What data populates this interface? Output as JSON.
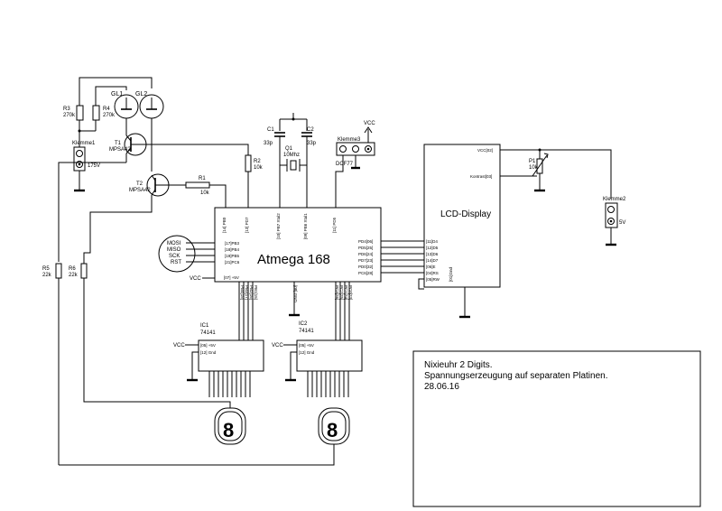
{
  "mcu": {
    "name": "Atmega 168",
    "pins_left": [
      "[17]PB3",
      "[18]PB4",
      "[19]PB5",
      "[21]PC6"
    ],
    "pins_right": [
      "PD4[06]",
      "PD5[25]",
      "PD6[24]",
      "PD7[23]",
      "PD0[32]",
      "PC6[28]"
    ],
    "vcc_pin": "[07] +5V",
    "top_pins": [
      "[14] PB0",
      "[13] PD7",
      "[10] PB7 Xtal2",
      "[09] PB6 Xtal1",
      "[11] PD5"
    ],
    "gnd_pin": "[08] GND",
    "bottom_left_pins": [
      "PB4[18]",
      "PB3[17]",
      "PB2[16]",
      "PB1[15]"
    ],
    "bottom_right_pins": [
      "PC3[26]",
      "PC2[25]",
      "PC1[24]",
      "PC0[23]"
    ],
    "vcc_label": "VCC"
  },
  "isp": {
    "labels": [
      "MOSI",
      "MISO",
      "SCK",
      "RST"
    ]
  },
  "lcd": {
    "title": "LCD-Display",
    "vcc_pin": "VCC[02]",
    "contrast_pin": "Kontrast[03]",
    "left_pins": [
      "[11]D4",
      "[12]D5",
      "[13]D6",
      "[14]D7",
      "[06]E",
      "[04]RS",
      "[05]RW"
    ],
    "gnd_pin": "[01]Gnd"
  },
  "components": {
    "r1": {
      "name": "R1",
      "value": "10k"
    },
    "r2": {
      "name": "R2",
      "value": "10k"
    },
    "r3": {
      "name": "R3",
      "value": "270k"
    },
    "r4": {
      "name": "R4",
      "value": "270k"
    },
    "r5": {
      "name": "R5",
      "value": "22k"
    },
    "r6": {
      "name": "R6",
      "value": "22k"
    },
    "c1": {
      "name": "C1",
      "value": "33p"
    },
    "c2": {
      "name": "C2",
      "value": "33p"
    },
    "q1": {
      "name": "Q1",
      "value": "10Mhz"
    },
    "p1": {
      "name": "P1",
      "value": "10k"
    },
    "t1": {
      "name": "T1",
      "value": "MPSA42"
    },
    "t2": {
      "name": "T2",
      "value": "MPSA42"
    },
    "gl1": "GL1",
    "gl2": "GL2",
    "klemme1": {
      "name": "Klemme1",
      "value": "175V"
    },
    "klemme2": {
      "name": "Klemme2",
      "value": "5V"
    },
    "klemme3": {
      "name": "Klemme3",
      "value": "DCF77"
    },
    "vcc": "VCC"
  },
  "ic1": {
    "name": "IC1",
    "type": "74141",
    "vcc_pin": "[05] +5V",
    "gnd_pin": "[12] Gnd"
  },
  "ic2": {
    "name": "IC2",
    "type": "74141",
    "vcc_pin": "[05] +5V",
    "gnd_pin": "[12] Gnd"
  },
  "nixie": {
    "digit": "8"
  },
  "notes": {
    "line1": "Nixieuhr 2 Digits.",
    "line2": "Spannungserzeugung auf separaten Platinen.",
    "line3": "28.06.16"
  }
}
